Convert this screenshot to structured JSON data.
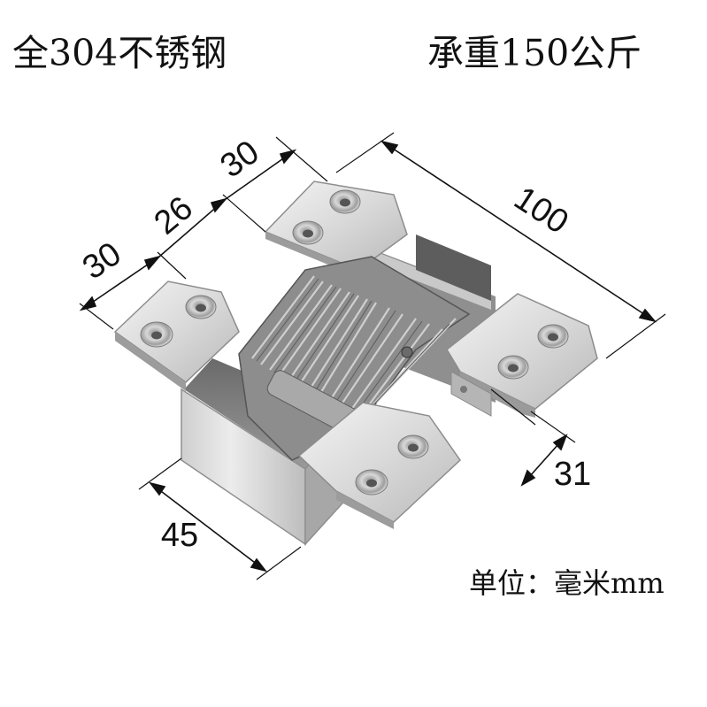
{
  "header": {
    "left_title": "全304不锈钢",
    "right_title": "承重150公斤"
  },
  "dimensions": {
    "d_30_left": "30",
    "d_26": "26",
    "d_30_top": "30",
    "d_100": "100",
    "d_31": "31",
    "d_45": "45"
  },
  "unit_label": "单位：毫米mm"
}
